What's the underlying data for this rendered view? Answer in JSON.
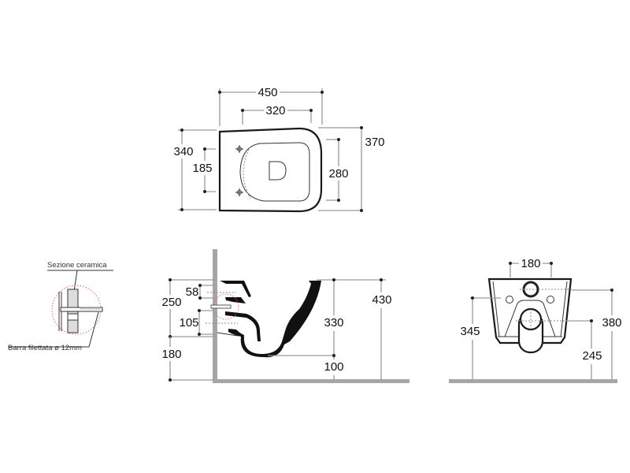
{
  "top_view": {
    "width_overall": "450",
    "width_inner": "320",
    "depth_left": "340",
    "hole_spacing": "185",
    "depth_inner": "280",
    "depth_overall": "370"
  },
  "side_view": {
    "height_body": "250",
    "floor_to_base": "180",
    "fixing_upper": "58",
    "fixing_lower": "105",
    "outlet_height": "330",
    "outlet_floor": "100",
    "total_height": "430"
  },
  "front_view": {
    "fixing_spacing": "180",
    "fixing_height": "345",
    "inlet_height": "380",
    "outlet_height": "245"
  },
  "detail": {
    "section_label": "Sezione ceramica",
    "rod_label": "Barra filettata ø 12mm"
  }
}
